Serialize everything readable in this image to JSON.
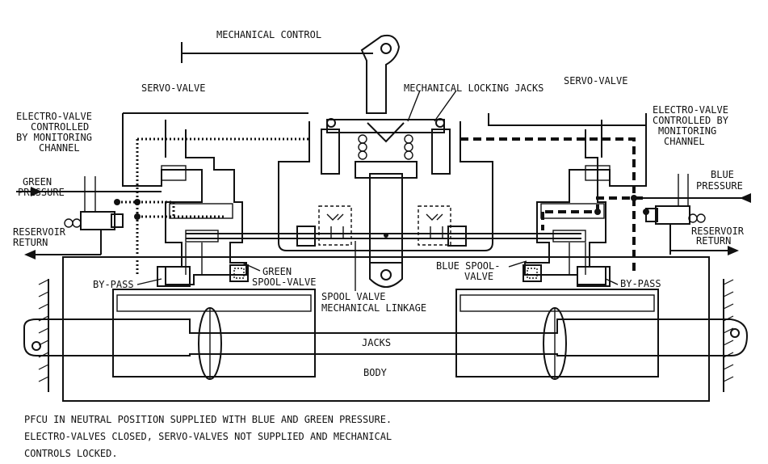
{
  "labels": {
    "mechanical_control": "MECHANICAL CONTROL",
    "servo_valve_left": "SERVO-VALVE",
    "servo_valve_right": "SERVO-VALVE",
    "mechanical_locking_jacks": "MECHANICAL LOCKING JACKS",
    "electro_valve_left_1": "ELECTRO-VALVE",
    "electro_valve_left_2": "CONTROLLED",
    "electro_valve_left_3": "BY MONITORING",
    "electro_valve_left_4": "CHANNEL",
    "electro_valve_right_1": "ELECTRO-VALVE",
    "electro_valve_right_2": "CONTROLLED BY",
    "electro_valve_right_3": "MONITORING",
    "electro_valve_right_4": "CHANNEL",
    "green_pressure_1": "GREEN",
    "green_pressure_2": "PRESSURE",
    "blue_pressure_1": "BLUE",
    "blue_pressure_2": "PRESSURE",
    "reservoir_return_left_1": "RESERVOIR",
    "reservoir_return_left_2": "RETURN",
    "reservoir_return_right_1": "RESERVOIR",
    "reservoir_return_right_2": "RETURN",
    "green_spool_valve_1": "GREEN",
    "green_spool_valve_2": "SPOOL-VALVE",
    "blue_spool_valve_1": "BLUE SPOOL-",
    "blue_spool_valve_2": "VALVE",
    "by_pass_left": "BY-PASS",
    "by_pass_right": "BY-PASS",
    "spool_linkage_1": "SPOOL VALVE",
    "spool_linkage_2": "MECHANICAL LINKAGE",
    "jacks": "JACKS",
    "body": "BODY"
  },
  "caption": {
    "line1": "PFCU IN NEUTRAL POSITION SUPPLIED WITH BLUE AND GREEN PRESSURE.",
    "line2": "ELECTRO-VALVES CLOSED, SERVO-VALVES NOT SUPPLIED AND MECHANICAL",
    "line3": "CONTROLS LOCKED."
  }
}
